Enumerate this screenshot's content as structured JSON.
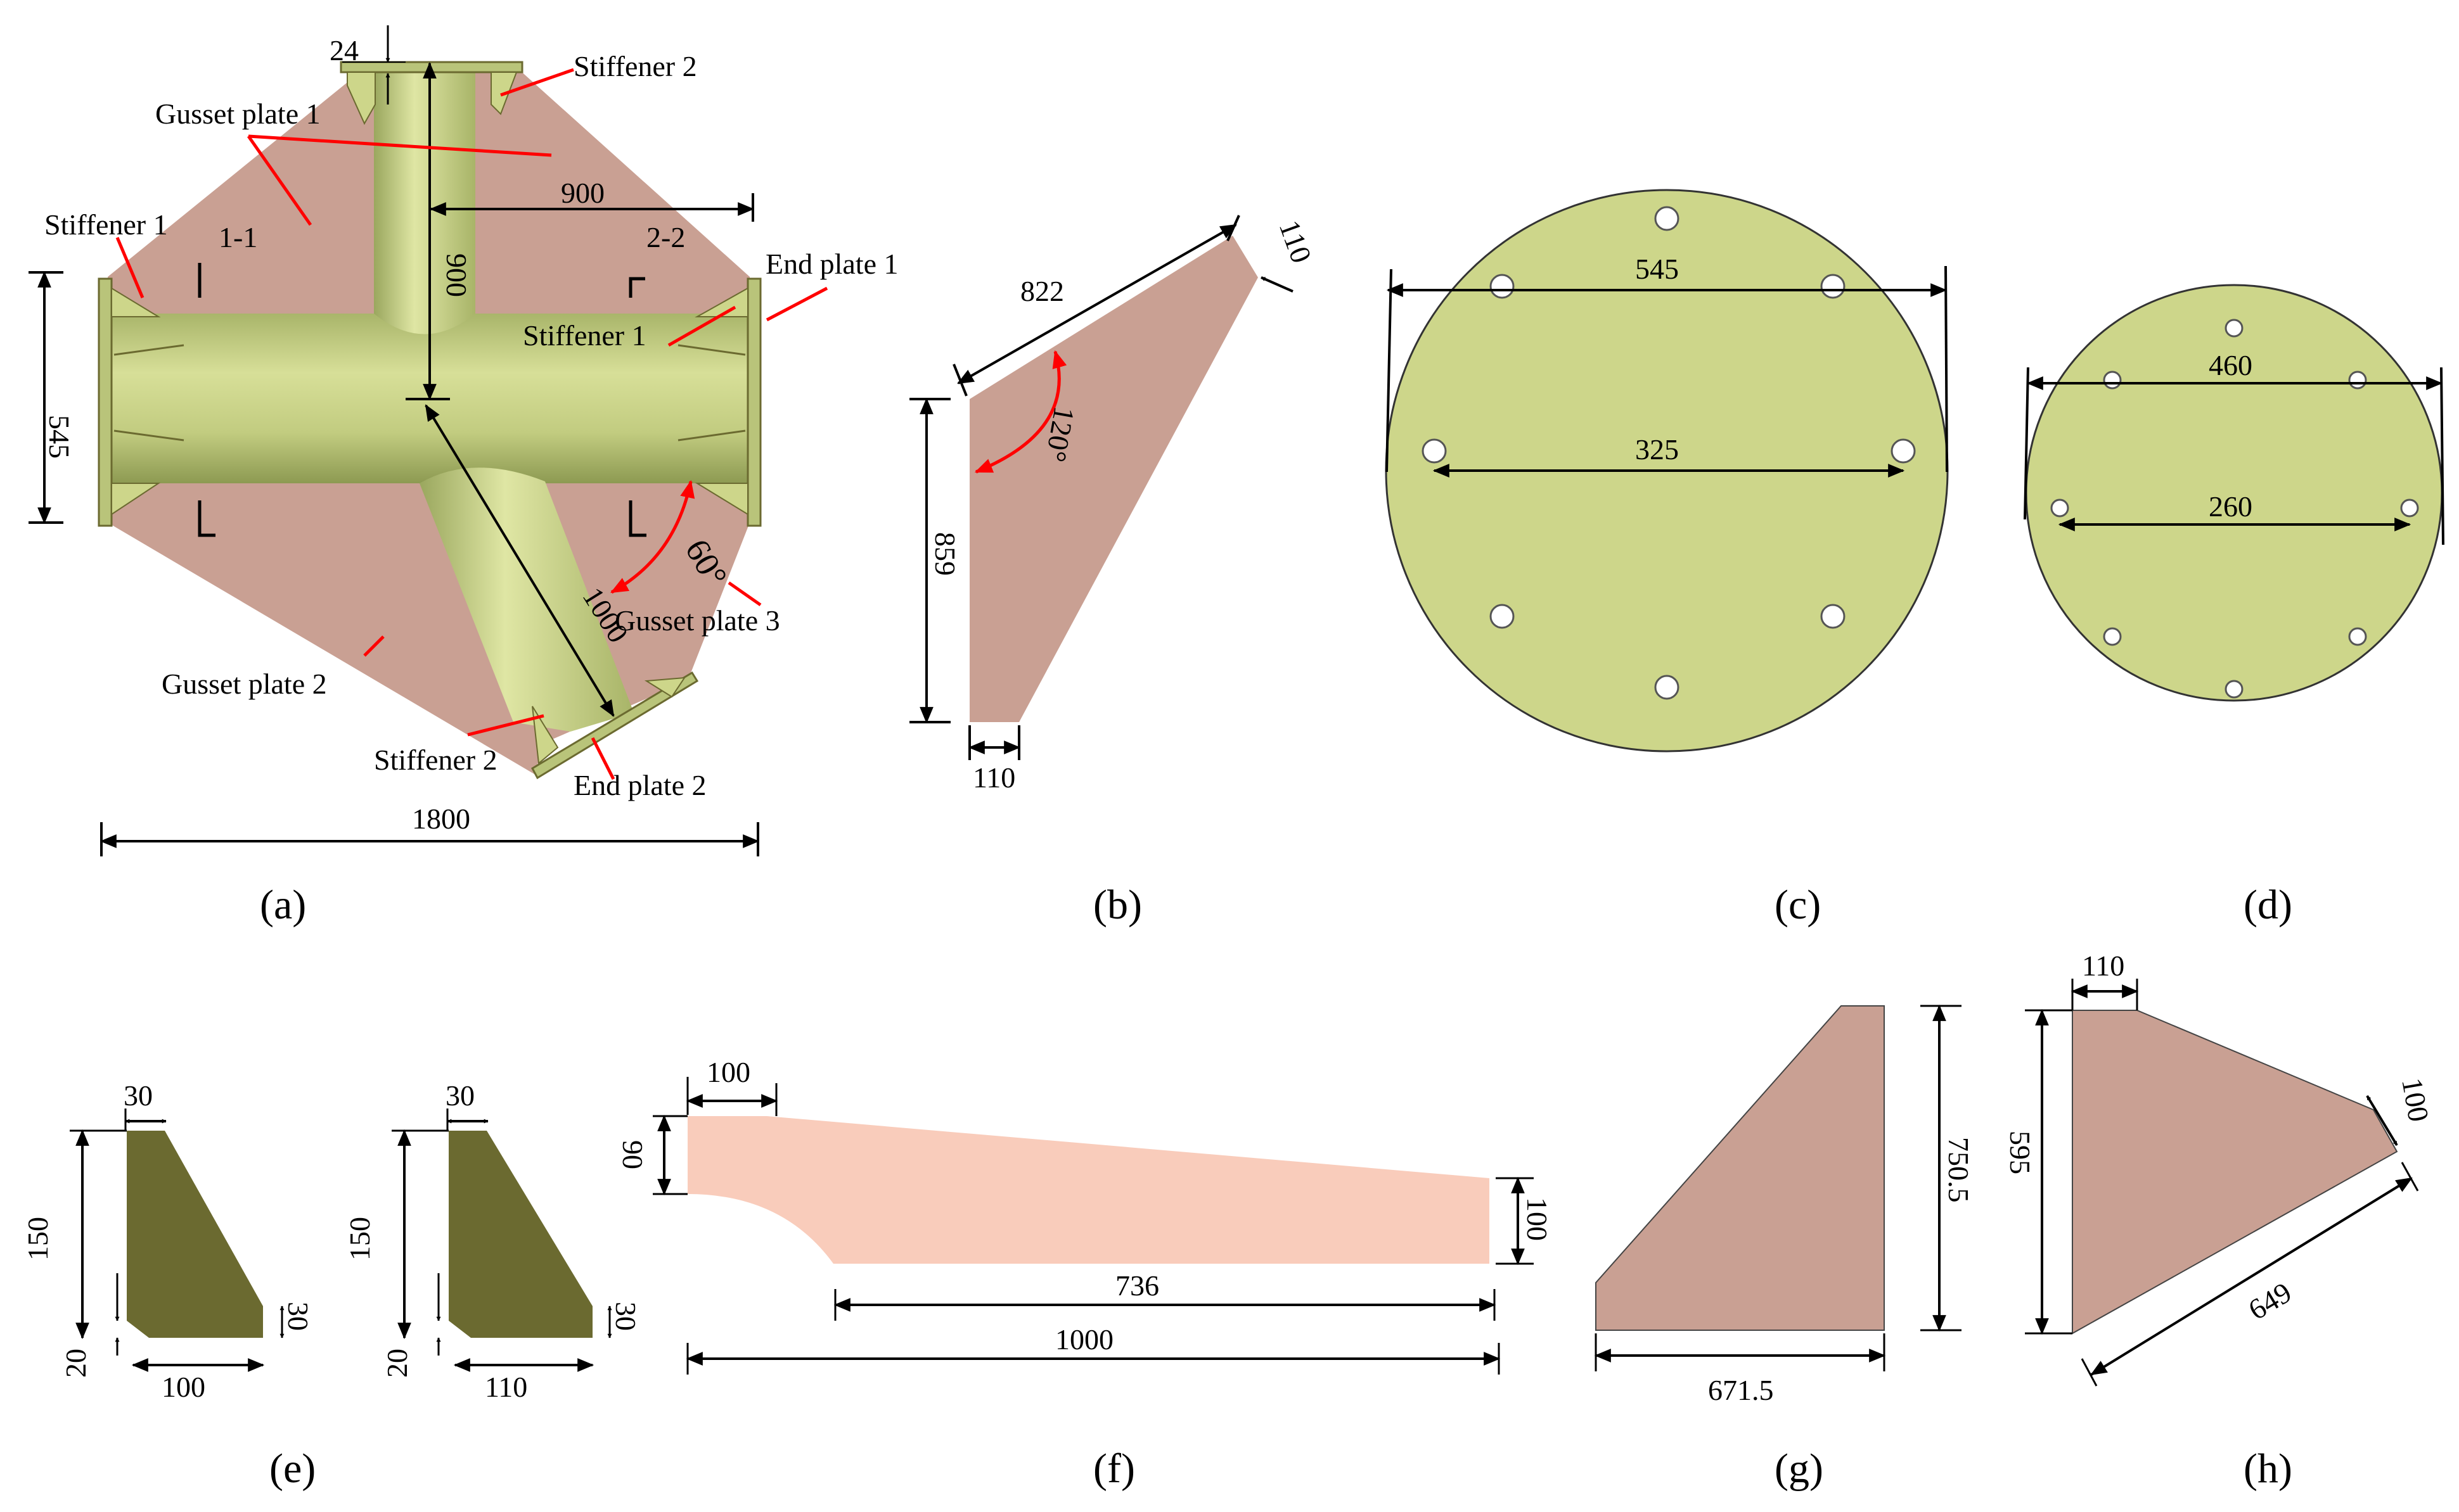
{
  "colors": {
    "gusset": "#c9a093",
    "steel_light": "#cdd68a",
    "steel_mid": "#b9c47a",
    "steel_dark": "#6b6a30",
    "rib_fill": "#f9ccbb",
    "leader": "#ff0000",
    "dimension": "#000000"
  },
  "panel_a": {
    "caption": "(a)",
    "labels": {
      "stiffener2_top": "Stiffener 2",
      "gusset1": "Gusset plate 1",
      "stiffener1_left": "Stiffener 1",
      "section11": "1-1",
      "section22": "2-2",
      "endplate1": "End plate 1",
      "stiffener1_right": "Stiffener 1",
      "gusset3": "Gusset plate 3",
      "gusset2": "Gusset plate 2",
      "stiffener2_bottom": "Stiffener 2",
      "endplate2": "End plate 2"
    },
    "dims": {
      "d24": "24",
      "d900h": "900",
      "d900v": "900",
      "d545": "545",
      "d1000": "1000",
      "angle60": "60°",
      "d1800": "1800"
    }
  },
  "panel_b": {
    "caption": "(b)",
    "dims": {
      "d822": "822",
      "d110top": "110",
      "angle120": "120°",
      "d859": "859",
      "d110bottom": "110"
    }
  },
  "panel_c": {
    "caption": "(c)",
    "dims": {
      "d545": "545",
      "d325": "325"
    }
  },
  "panel_d": {
    "caption": "(d)",
    "dims": {
      "d460": "460",
      "d260": "260"
    }
  },
  "panel_e": {
    "caption": "(e)",
    "left": {
      "d30": "30",
      "d150": "150",
      "d30r": "30",
      "d20": "20",
      "d100": "100"
    },
    "right": {
      "d30": "30",
      "d150": "150",
      "d30r": "30",
      "d20": "20",
      "d110": "110"
    }
  },
  "panel_f": {
    "caption": "(f)",
    "dims": {
      "d100top": "100",
      "d90": "90",
      "d100right": "100",
      "d736": "736",
      "d1000": "1000"
    }
  },
  "panel_g": {
    "caption": "(g)",
    "dims": {
      "d750": "750.5",
      "d671": "671.5"
    }
  },
  "panel_h": {
    "caption": "(h)",
    "dims": {
      "d110": "110",
      "d595": "595",
      "d100": "100",
      "d649": "649"
    }
  }
}
